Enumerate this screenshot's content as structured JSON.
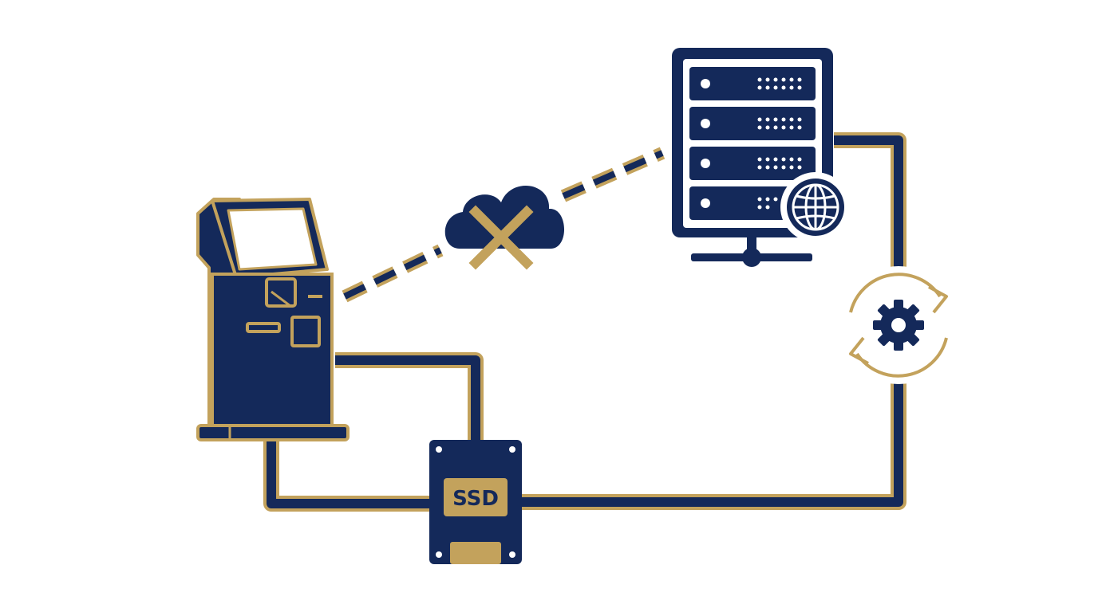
{
  "colors": {
    "navy": "#14295a",
    "gold": "#c3a25c",
    "screen": "#ffffff",
    "background": "#ffffff"
  },
  "ssd": {
    "label": "SSD"
  },
  "icons": [
    "kiosk-icon",
    "cloud-icon",
    "disconnected-x-icon",
    "server-icon",
    "globe-icon",
    "sync-icon",
    "gear-icon",
    "ssd-icon"
  ],
  "connections": [
    {
      "from": "kiosk",
      "to": "cloud",
      "style": "dashed"
    },
    {
      "from": "cloud",
      "to": "server",
      "style": "dashed"
    },
    {
      "from": "kiosk",
      "to": "ssd",
      "style": "solid"
    },
    {
      "from": "ssd",
      "to": "server",
      "style": "solid",
      "via": "sync"
    }
  ]
}
